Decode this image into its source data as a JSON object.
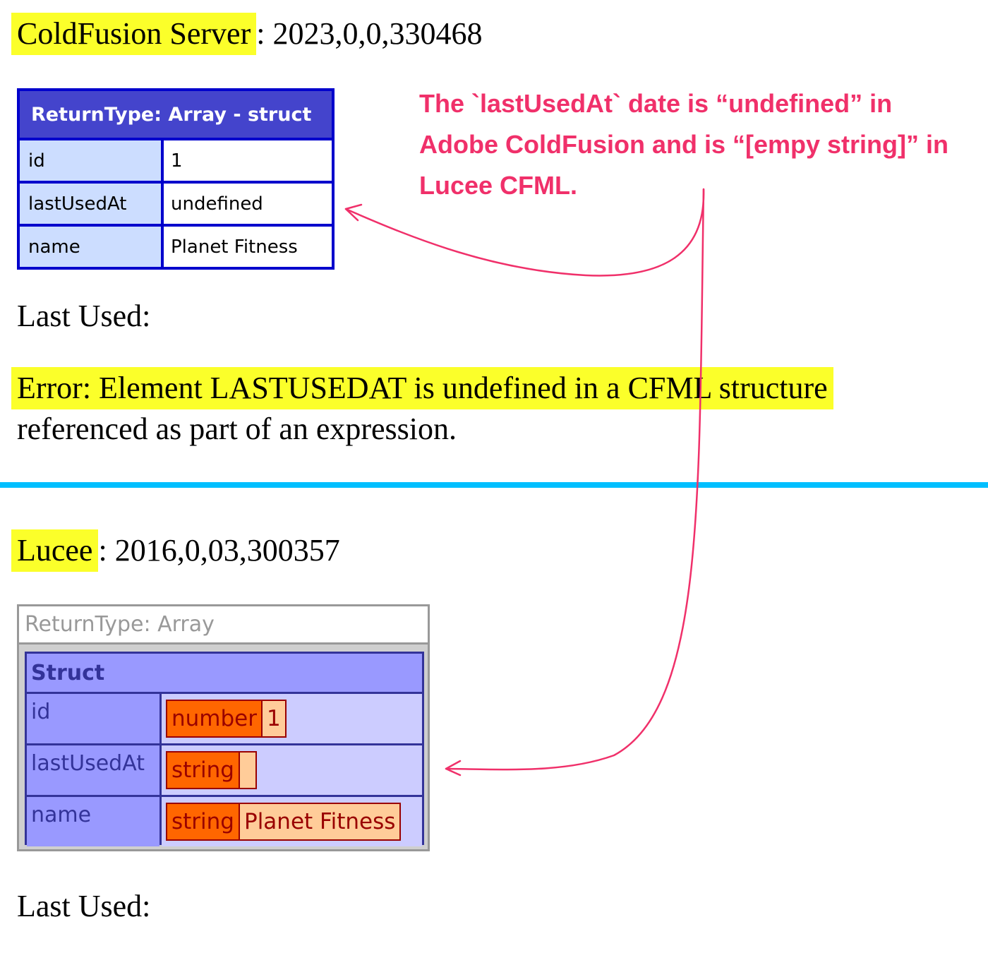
{
  "coldfusion": {
    "label": "ColdFusion Server",
    "version": ": 2023,0,0,330468",
    "dump": {
      "header": "ReturnType: Array - struct",
      "rows": [
        {
          "key": "id",
          "value": "1"
        },
        {
          "key": "lastUsedAt",
          "value": "undefined"
        },
        {
          "key": "name",
          "value": "Planet Fitness"
        }
      ]
    },
    "last_used": "Last Used:",
    "error_highlighted": "Error: Element LASTUSEDAT is undefined in a CFML structure",
    "error_rest": "referenced as part of an expression."
  },
  "lucee": {
    "label": "Lucee",
    "version": ": 2016,0,03,300357",
    "dump": {
      "title": "ReturnType: Array",
      "struct_header": "Struct",
      "rows": [
        {
          "key": "id",
          "type": "number",
          "value": "1"
        },
        {
          "key": "lastUsedAt",
          "type": "string",
          "value": ""
        },
        {
          "key": "name",
          "type": "string",
          "value": "Planet Fitness"
        }
      ]
    },
    "last_used": "Last Used:"
  },
  "annotation": {
    "part1": "The `lastUsedAt` date is “",
    "bold1": "undefined",
    "part2": "” in Adobe ColdFusion and is “",
    "bold2": "[empy string]",
    "part3": "” in Lucee CFML.",
    "color": "#f0306a"
  },
  "colors": {
    "highlight": "#fbff2a",
    "divider": "#00bfff",
    "cfdump_border": "#0000cc",
    "lucee_type": "#ff6600"
  }
}
